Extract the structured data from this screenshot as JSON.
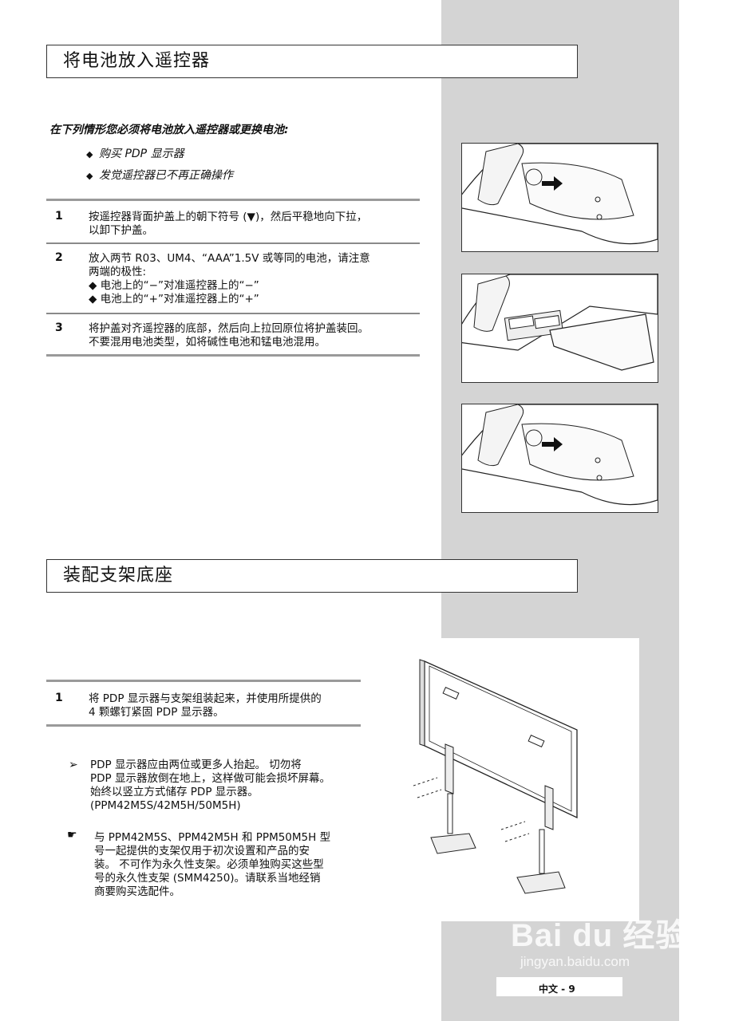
{
  "section1": {
    "title": "将电池放入遥控器",
    "intro": "在下列情形您必须将电池放入遥控器或更换电池:",
    "bullets": [
      "购买 PDP 显示器",
      "发觉遥控器已不再正确操作"
    ],
    "steps": [
      {
        "num": "1",
        "text": "按遥控器背面护盖上的朝下符号 (▼)，然后平稳地向下拉，\n以卸下护盖。"
      },
      {
        "num": "2",
        "text": "放入两节 R03、UM4、“AAA”1.5V 或等同的电池，请注意\n两端的极性:\n◆   电池上的“−”对准遥控器上的“−”\n◆   电池上的“+”对准遥控器上的“+”"
      },
      {
        "num": "3",
        "text": "将护盖对齐遥控器的底部，然后向上拉回原位将护盖装回。\n不要混用电池类型，如将碱性电池和锰电池混用。"
      }
    ]
  },
  "section2": {
    "title": "装配支架底座",
    "step": {
      "num": "1",
      "text": "将 PDP 显示器与支架组装起来，并使用所提供的\n4 颗螺钉紧固 PDP 显示器。"
    },
    "notes": [
      {
        "icon": "➢",
        "text": "PDP 显示器应由两位或更多人抬起。 切勿将\nPDP 显示器放倒在地上，这样做可能会损坏屏幕。\n始终以竖立方式储存 PDP 显示器。\n(PPM42M5S/42M5H/50M5H)"
      },
      {
        "icon": "☛",
        "text": "与 PPM42M5S、PPM42M5H 和 PPM50M5H 型\n号一起提供的支架仅用于初次设置和产品的安\n装。 不可作为永久性支架。必须单独购买这些型\n号的永久性支架 (SMM4250)。请联系当地经销\n商要购买选配件。"
      }
    ]
  },
  "footer": {
    "page": "中文 - 9"
  },
  "watermark": {
    "brand": "Bai du 经验",
    "url": "jingyan.baidu.com"
  }
}
